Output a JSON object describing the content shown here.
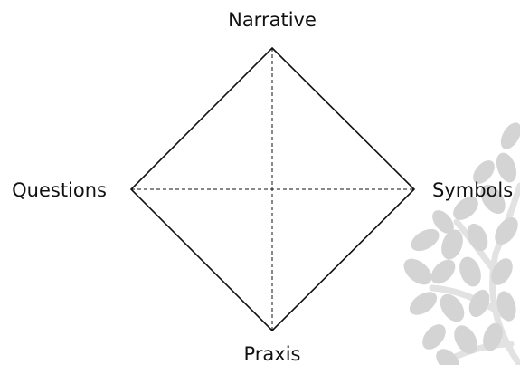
{
  "diagram": {
    "labels": {
      "top": "Narrative",
      "left": "Questions",
      "right": "Symbols",
      "bottom": "Praxis"
    },
    "colors": {
      "stroke": "#111111",
      "leaf": "#d4d4d4",
      "branch": "#e2e2e2"
    }
  }
}
